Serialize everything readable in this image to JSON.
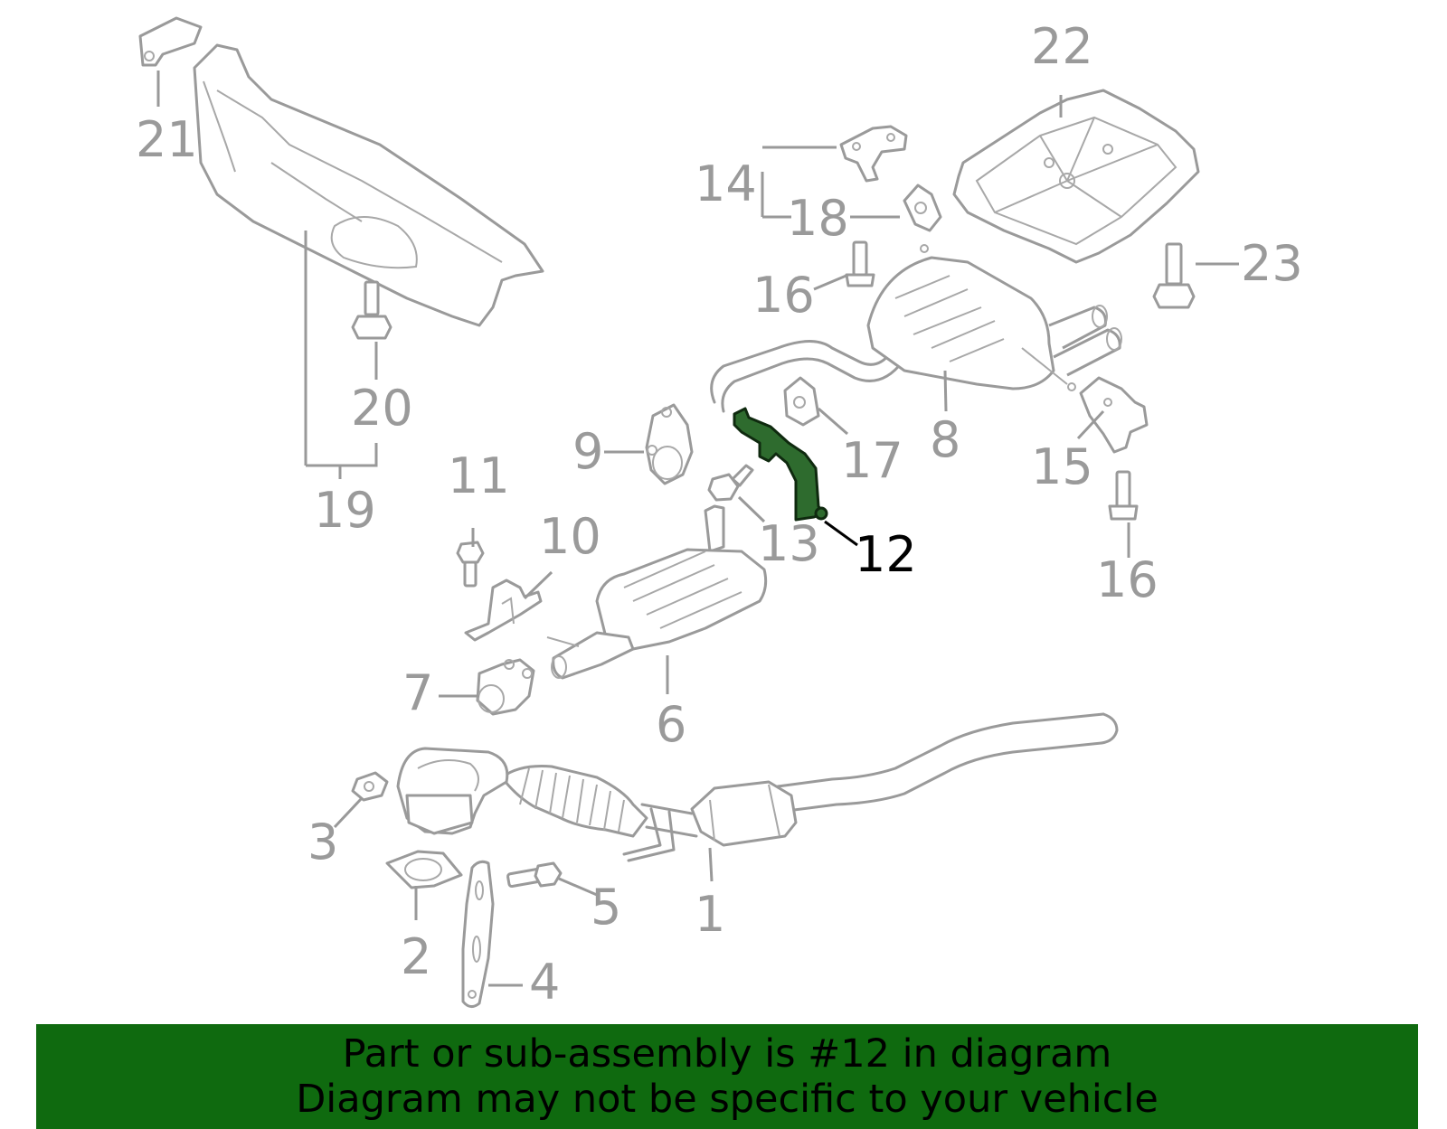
{
  "callouts": [
    {
      "id": "1",
      "text": "1"
    },
    {
      "id": "2",
      "text": "2"
    },
    {
      "id": "3",
      "text": "3"
    },
    {
      "id": "4",
      "text": "4"
    },
    {
      "id": "5",
      "text": "5"
    },
    {
      "id": "6",
      "text": "6"
    },
    {
      "id": "7",
      "text": "7"
    },
    {
      "id": "8",
      "text": "8"
    },
    {
      "id": "9",
      "text": "9"
    },
    {
      "id": "10",
      "text": "10"
    },
    {
      "id": "11",
      "text": "11"
    },
    {
      "id": "12",
      "text": "12"
    },
    {
      "id": "13",
      "text": "13"
    },
    {
      "id": "14",
      "text": "14"
    },
    {
      "id": "15",
      "text": "15"
    },
    {
      "id": "16a",
      "text": "16"
    },
    {
      "id": "16b",
      "text": "16"
    },
    {
      "id": "17",
      "text": "17"
    },
    {
      "id": "18",
      "text": "18"
    },
    {
      "id": "19",
      "text": "19"
    },
    {
      "id": "20",
      "text": "20"
    },
    {
      "id": "21",
      "text": "21"
    },
    {
      "id": "22",
      "text": "22"
    },
    {
      "id": "23",
      "text": "23"
    }
  ],
  "highlighted_part": "12",
  "colors": {
    "highlight_fill": "#2e6b2e",
    "banner_background": "#0f6a0f",
    "part_line": "#9a9a9a"
  },
  "banner": {
    "line1": "Part or sub-assembly is #12 in diagram",
    "line2": "Diagram may not be specific to your vehicle"
  }
}
